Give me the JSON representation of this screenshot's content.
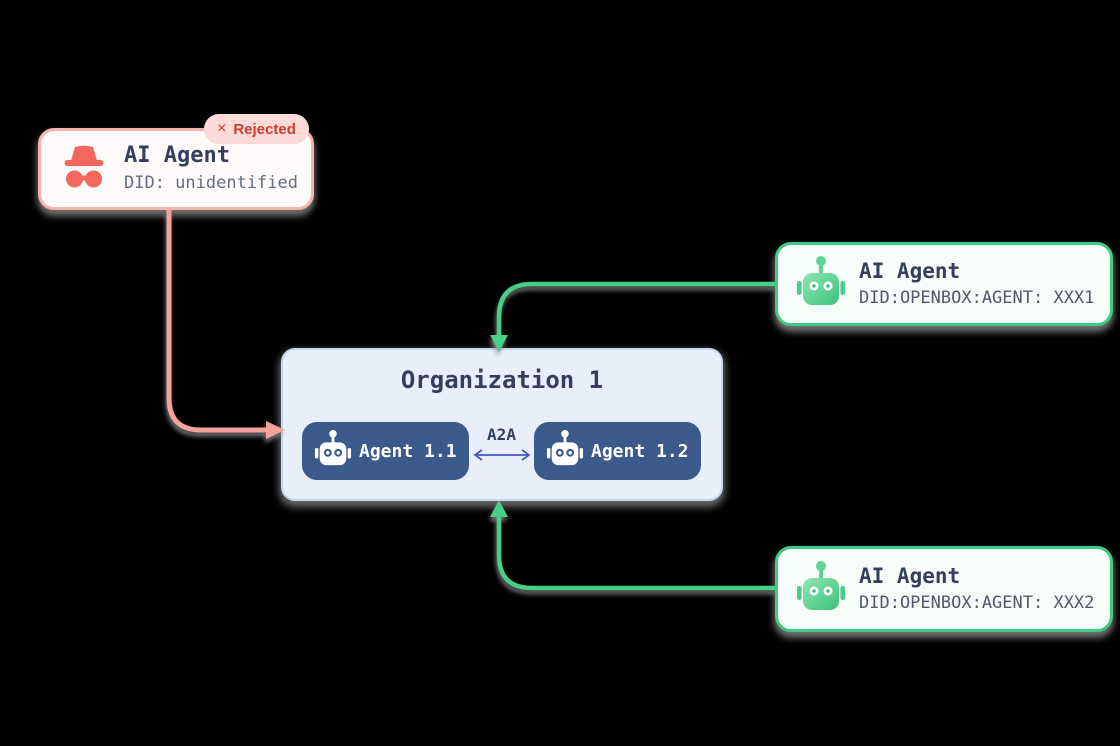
{
  "diagram": {
    "rejected_agent": {
      "title": "AI Agent",
      "did": "DID: unidentified",
      "badge_icon": "×",
      "badge_label": "Rejected"
    },
    "organization": {
      "title": "Organization 1",
      "protocol_label": "A2A",
      "agents": [
        {
          "label": "Agent 1.1"
        },
        {
          "label": "Agent 1.2"
        }
      ]
    },
    "external_agents": [
      {
        "title": "AI Agent",
        "did": "DID:OPENBOX:AGENT: XXX1"
      },
      {
        "title": "AI Agent",
        "did": "DID:OPENBOX:AGENT: XXX2"
      }
    ],
    "colors": {
      "background": "#000000",
      "rejected_accent": "#f2665c",
      "rejected_border": "#f8b2ac",
      "rejected_connector": "#f5a29d",
      "badge_bg": "#fcdad8",
      "badge_text": "#d03b31",
      "approved_green": "#3fcb83",
      "approved_connector": "#46cf85",
      "org_bg": "#e9eefb",
      "pill_navy": "#3a5a8c",
      "a2a_arrow_blue": "#4358c5",
      "title_navy": "#333f5c",
      "did_gray": "#646e80"
    }
  }
}
